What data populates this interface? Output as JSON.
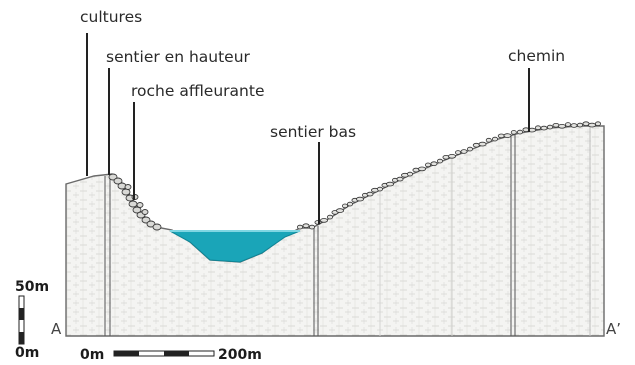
{
  "labels": {
    "cultures": "cultures",
    "sentier_hauteur": "sentier en hauteur",
    "roche": "roche affleurante",
    "sentier_bas": "sentier bas",
    "chemin": "chemin"
  },
  "section_ends": {
    "start": "A",
    "end": "A’"
  },
  "vertical_scale": {
    "top": "50m",
    "bottom": "0m"
  },
  "horizontal_scale": {
    "start": "0m",
    "end": "200m"
  },
  "colors": {
    "water": "#1aa5b8",
    "water_dark": "#0f8596",
    "ground": "#f3f3f1",
    "outline": "#5a5a5a",
    "leader": "#222222"
  }
}
